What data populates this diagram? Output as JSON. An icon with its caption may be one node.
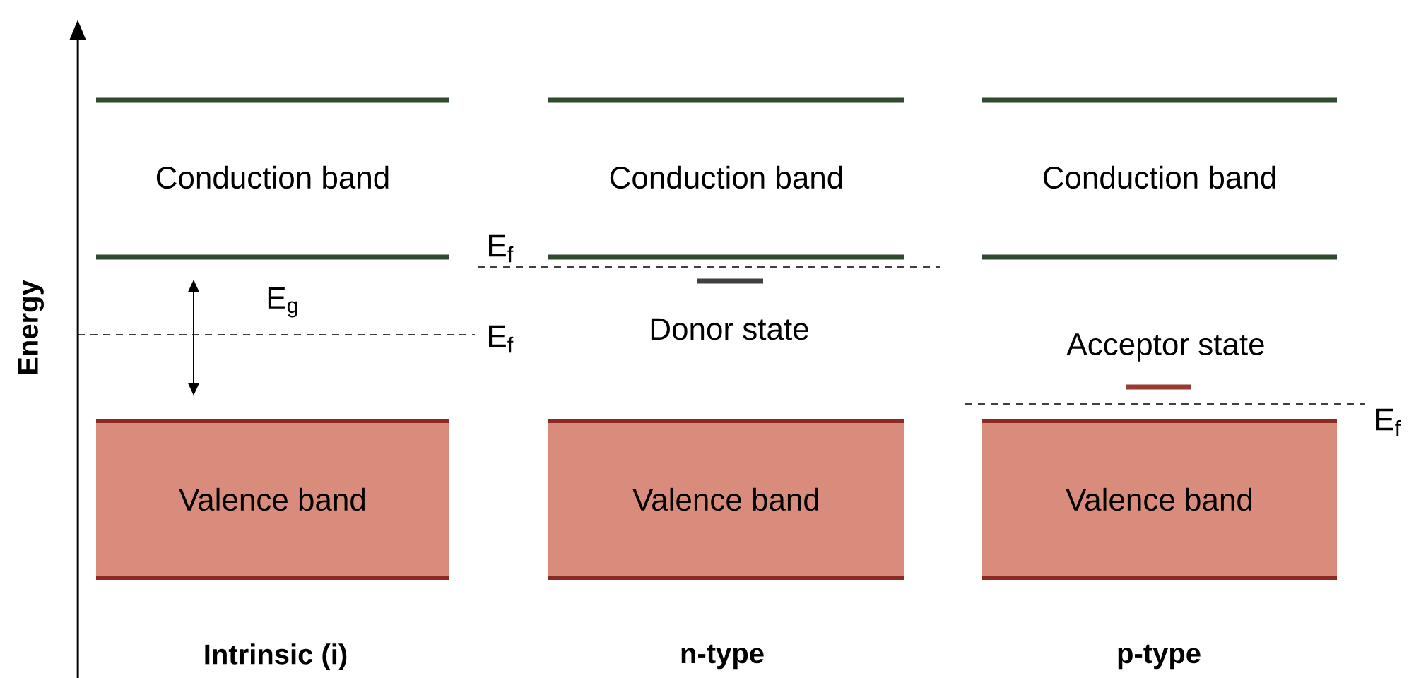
{
  "diagram": {
    "nodes": [
      {
        "text": [
          "Conduction band"
        ]
      },
      {
        "text": [
          "Conduction band"
        ]
      },
      {
        "text": [
          "Conduction band"
        ]
      },
      {
        "text": [
          "Valence band"
        ]
      },
      {
        "text": [
          "Valence band"
        ]
      },
      {
        "text": [
          "Valence band"
        ]
      }
    ],
    "labels": [
      "E$_{f}$",
      "E$_{g}$",
      "E$_{f}$",
      "Donor state",
      "Acceptor state",
      "E$_{f}$",
      "Energy",
      "Intrinsic (i)",
      "n-type",
      "p-type"
    ]
  }
}
